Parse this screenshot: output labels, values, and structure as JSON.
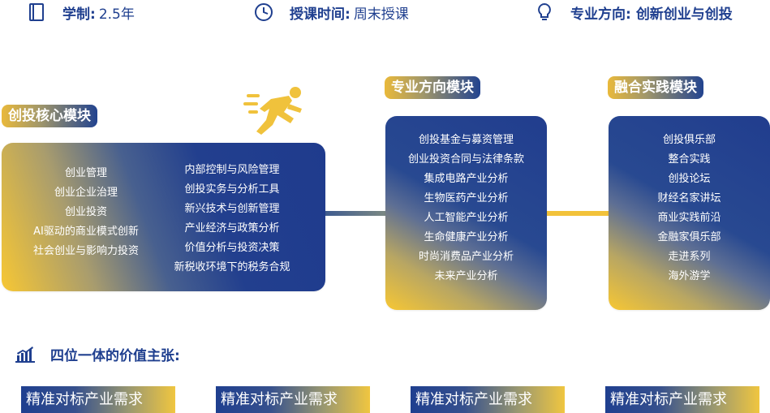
{
  "header": {
    "items": [
      {
        "key": "学制:",
        "value": "2.5年"
      },
      {
        "key": "授课时间:",
        "value": "周末授课"
      },
      {
        "key": "专业方向:",
        "value": "创新创业与创投"
      }
    ]
  },
  "modules": {
    "core": {
      "title": "创投核心模块",
      "left": [
        "创业管理",
        "创业企业治理",
        "创业投资",
        "AI驱动的商业模式创新",
        "社会创业与影响力投资"
      ],
      "right": [
        "内部控制与风险管理",
        "创投实务与分析工具",
        "新兴技术与创新管理",
        "产业经济与政策分析",
        "价值分析与投资决策",
        "新税收环境下的税务合规"
      ]
    },
    "direction": {
      "title": "专业方向模块",
      "items": [
        "创投基金与募资管理",
        "创业投资合同与法律条款",
        "集成电路产业分析",
        "生物医药产业分析",
        "人工智能产业分析",
        "生命健康产业分析",
        "时尚消费品产业分析",
        "未来产业分析"
      ]
    },
    "practice": {
      "title": "融合实践模块",
      "items": [
        "创投俱乐部",
        "整合实践",
        "创投论坛",
        "财经名家讲坛",
        "商业实践前沿",
        "金融家俱乐部",
        "走进系列",
        "海外游学"
      ]
    }
  },
  "value": {
    "title": "四位一体的价值主张:",
    "pills": [
      "精准对标产业需求",
      "精准对标产业需求",
      "精准对标产业需求",
      "精准对标产业需求"
    ]
  },
  "colors": {
    "navy": "#1f3f8f",
    "gold": "#f2c23a"
  },
  "icons": [
    "book-icon",
    "clock-icon",
    "lightbulb-icon",
    "runner-icon",
    "bar-chart-icon"
  ]
}
